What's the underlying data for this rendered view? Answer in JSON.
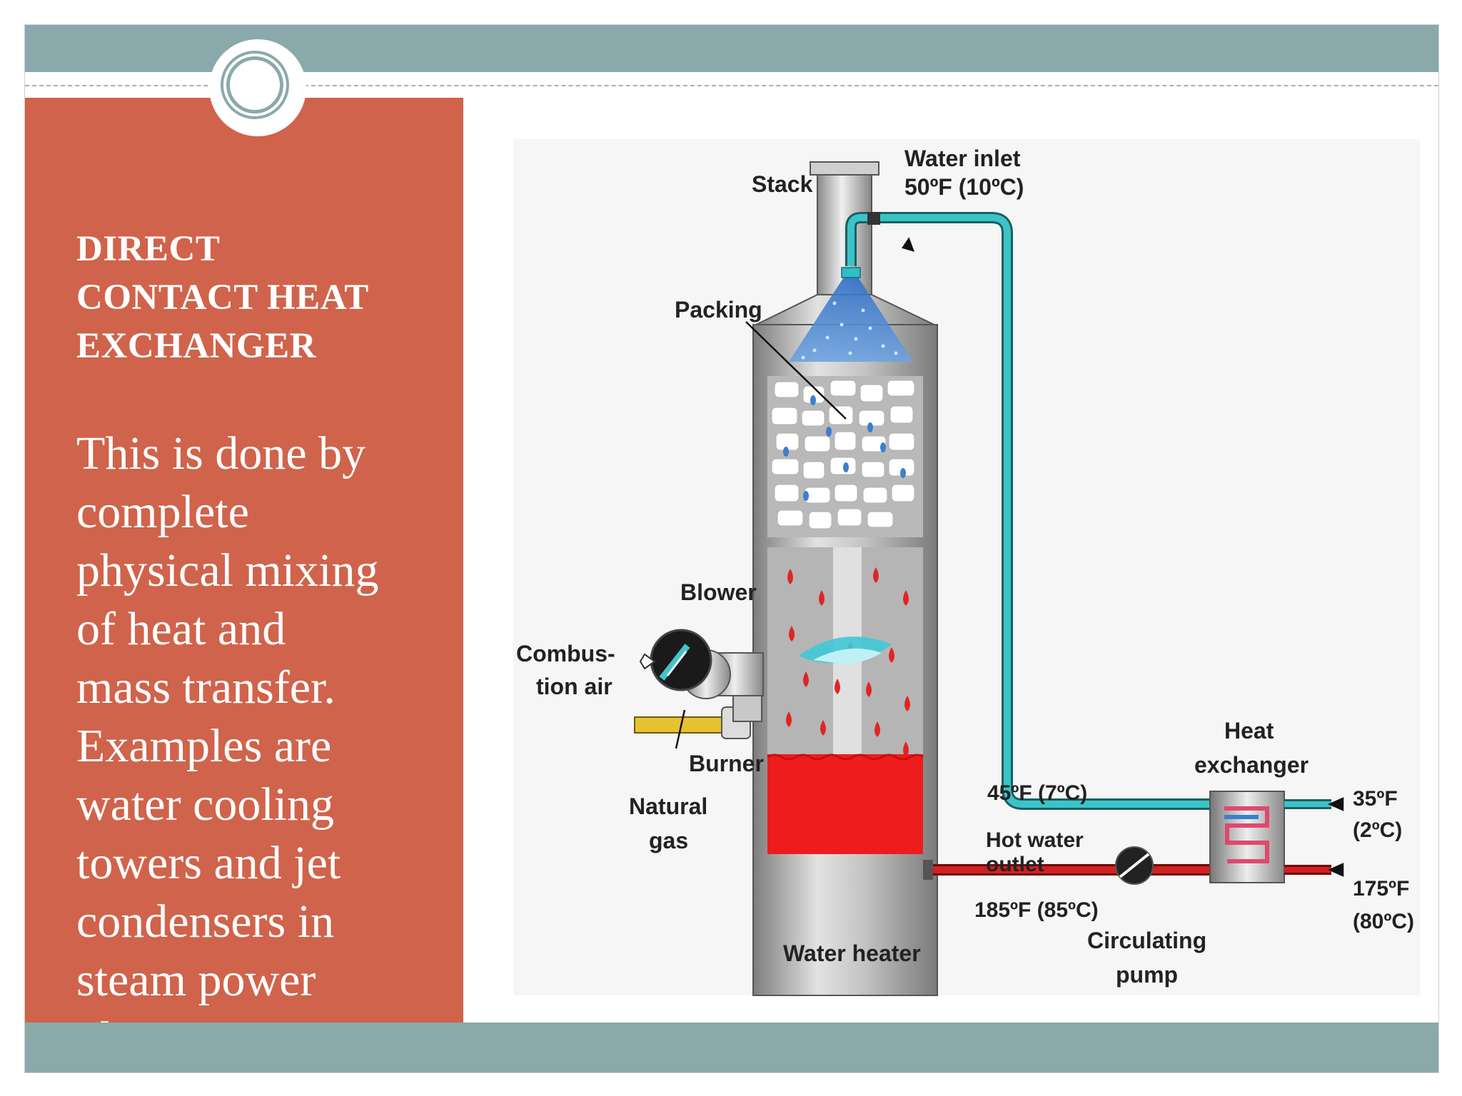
{
  "slide": {
    "title_lines": [
      "DIRECT",
      "CONTACT HEAT",
      "EXCHANGER"
    ],
    "body_lines": [
      "This is done by",
      "complete",
      "physical mixing",
      "of heat and",
      "mass transfer.",
      "Examples are",
      "water cooling",
      "towers and jet",
      "condensers in",
      "steam power",
      "plants."
    ]
  },
  "diagram": {
    "labels": {
      "stack": "Stack",
      "water_inlet": "Water inlet",
      "water_inlet_temp": "50ºF (10ºC)",
      "packing": "Packing",
      "blower": "Blower",
      "combustion_air_1": "Combus-",
      "combustion_air_2": "tion air",
      "burner": "Burner",
      "natural_gas_1": "Natural",
      "natural_gas_2": "gas",
      "temp_45": "45ºF (7ºC)",
      "hot_water_outlet_1": "Hot water",
      "hot_water_outlet_2": "outlet",
      "temp_185": "185ºF (85ºC)",
      "circulating_pump_1": "Circulating",
      "circulating_pump_2": "pump",
      "heat_exchanger_1": "Heat",
      "heat_exchanger_2": "exchanger",
      "temp_35_1": "35ºF",
      "temp_35_2": "(2ºC)",
      "temp_175_1": "175ºF",
      "temp_175_2": "(80ºC)",
      "water_heater": "Water heater"
    },
    "colors": {
      "cold_pipe": "#3cc3c8",
      "hot_pipe": "#d42020",
      "hot_water": "#ee1c1c",
      "spray": "#3a7fd0",
      "vessel": "#a8a8a8",
      "panel": "#d0634b",
      "accent": "#8aa9aa"
    }
  }
}
